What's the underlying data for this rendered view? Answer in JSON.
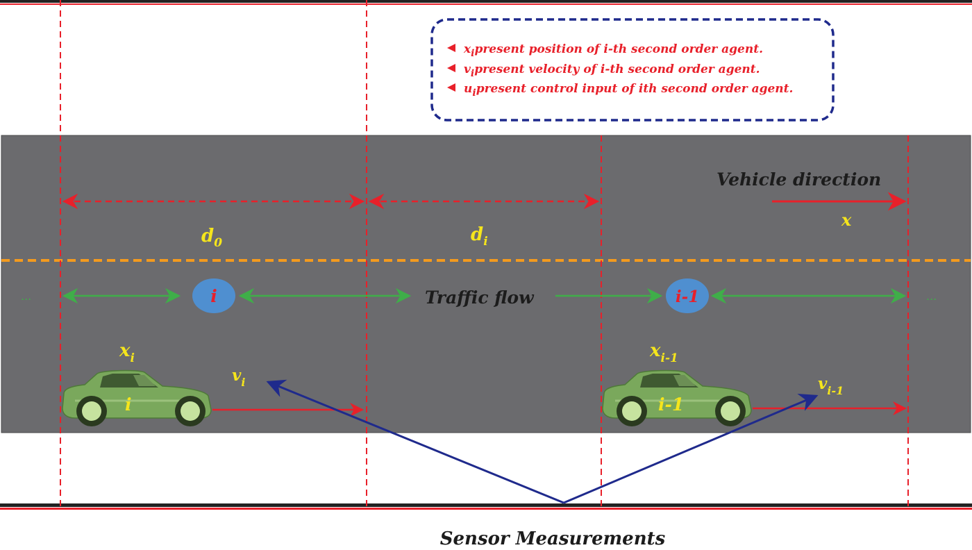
{
  "colors": {
    "road": "#6b6b6e",
    "red": "#e8202a",
    "yellow": "#f5e51c",
    "green": "#3fae49",
    "orange": "#f39a1e",
    "blue": "#1f2a8c",
    "node": "#4f8fd0",
    "car": "#7aa85c"
  },
  "legend": {
    "items": [
      {
        "sym": "x",
        "sub": "i",
        "text": "present position of i-th second order agent."
      },
      {
        "sym": "v",
        "sub": "i",
        "text": "present velocity of i-th second order agent."
      },
      {
        "sym": "u",
        "sub": "i",
        "text": "present control input of ith second order agent."
      }
    ]
  },
  "labels": {
    "d0": {
      "main": "d",
      "sub": "0"
    },
    "di": {
      "main": "d",
      "sub": "i"
    },
    "vehicle_direction": "Vehicle direction",
    "x_axis": "x",
    "traffic_flow": "Traffic flow",
    "sensor": "Sensor Measurements"
  },
  "nodes": [
    {
      "label": "i"
    },
    {
      "label": "i-1"
    }
  ],
  "cars": [
    {
      "pos": {
        "main": "x",
        "sub": "i"
      },
      "vel": {
        "main": "v",
        "sub": "i"
      },
      "id": "i"
    },
    {
      "pos": {
        "main": "x",
        "sub": "i-1"
      },
      "vel": {
        "main": "v",
        "sub": "i-1"
      },
      "id": "i-1"
    }
  ],
  "ellipsis": {
    "left": "...",
    "right": "..."
  }
}
